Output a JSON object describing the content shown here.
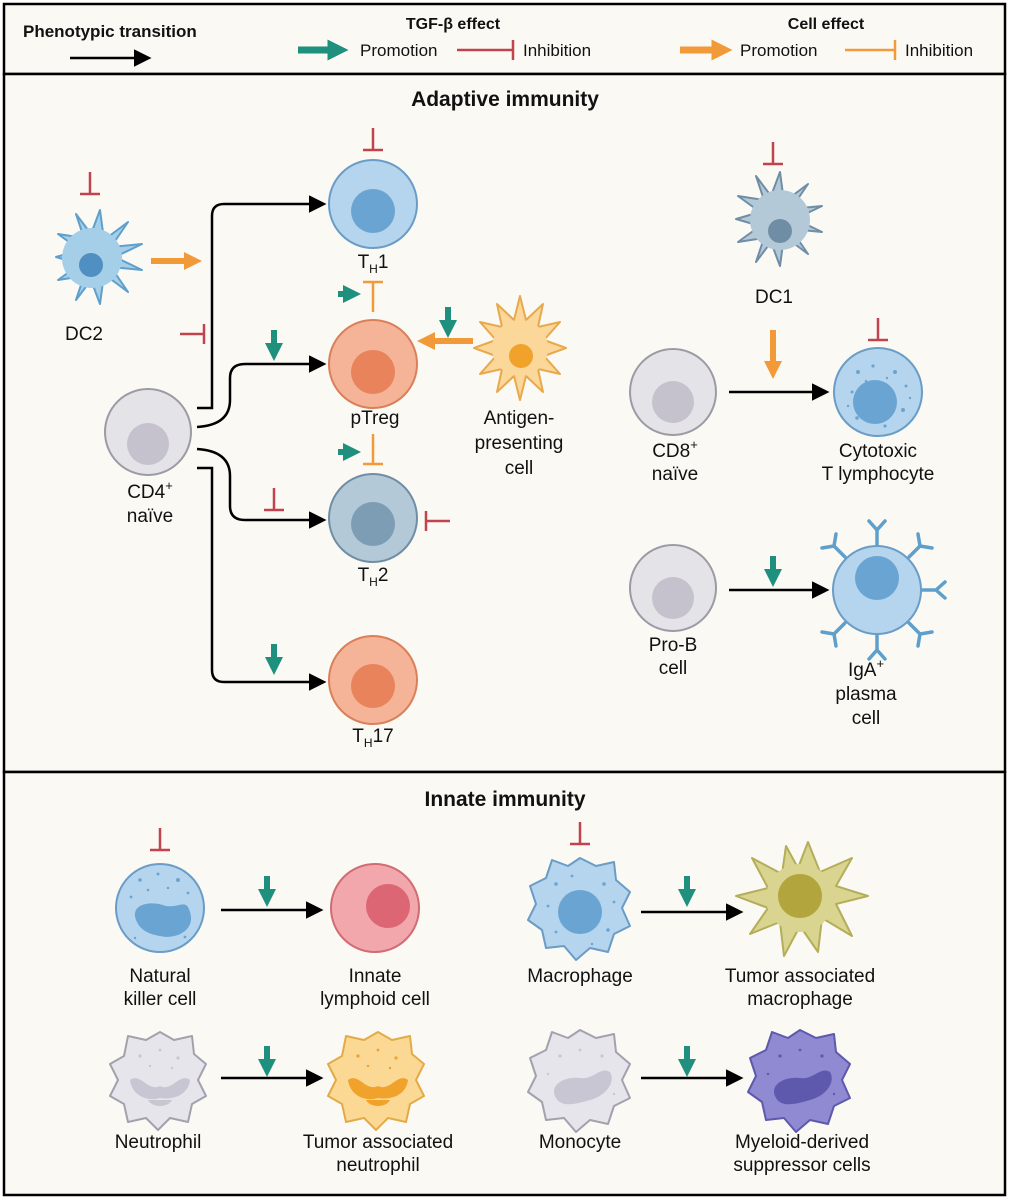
{
  "legend": {
    "phenotypic": "Phenotypic transition",
    "tgf_title": "TGF-β effect",
    "cell_title": "Cell effect",
    "promotion": "Promotion",
    "inhibition": "Inhibition"
  },
  "adaptive": {
    "title": "Adaptive immunity",
    "dc2": "DC2",
    "cd4": {
      "line1": "CD4",
      "sup": "+",
      "line2": "naïve"
    },
    "th1": {
      "main": "T",
      "sub": "H",
      "tail": "1"
    },
    "ptreg": "pTreg",
    "th2": {
      "main": "T",
      "sub": "H",
      "tail": "2"
    },
    "th17": {
      "main": "T",
      "sub": "H",
      "tail": "17"
    },
    "apc": [
      "Antigen-",
      "presenting",
      "cell"
    ],
    "dc1": "DC1",
    "cd8": {
      "line1": "CD8",
      "sup": "+",
      "line2": "naïve"
    },
    "ctl": [
      "Cytotoxic",
      "T lymphocyte"
    ],
    "prob": [
      "Pro-B",
      "cell"
    ],
    "iga": {
      "line1": "IgA",
      "sup": "+",
      "line2": "plasma",
      "line3": "cell"
    }
  },
  "innate": {
    "title": "Innate immunity",
    "nk": [
      "Natural",
      "killer cell"
    ],
    "ilc": [
      "Innate",
      "lymphoid cell"
    ],
    "macrophage": "Macrophage",
    "tam": [
      "Tumor associated",
      "macrophage"
    ],
    "neutrophil": "Neutrophil",
    "tan": [
      "Tumor associated",
      "neutrophil"
    ],
    "monocyte": "Monocyte",
    "mdsc": [
      "Myeloid-derived",
      "suppressor cells"
    ]
  },
  "colors": {
    "tgf": "#1f8f7e",
    "inhib": "#c0434e",
    "cell": "#f29a3a",
    "panel_bg": "#fbf9f4"
  }
}
